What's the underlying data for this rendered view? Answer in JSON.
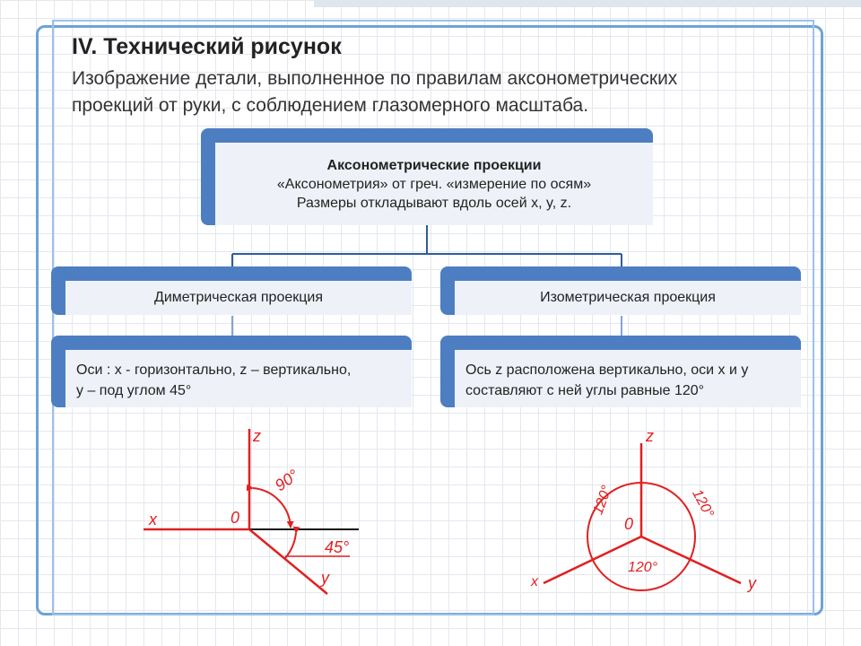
{
  "slide": {
    "title": "IV. Технический рисунок",
    "subtitle_line1": "Изображение детали, выполненное по правилам аксонометрических",
    "subtitle_line2": "проекций от руки, с соблюдением глазомерного масштаба."
  },
  "top_box": {
    "heading": "Аксонометрические проекции",
    "line2": "«Аксонометрия» от греч. «измерение по осям»",
    "line3": "Размеры откладывают вдоль осей x, y, z."
  },
  "left_label": "Диметрическая проекция",
  "right_label": "Изометрическая проекция",
  "left_desc_line1": "Оси : x - горизонтально, z – вертикально,",
  "left_desc_line2": "y – под углом 45°",
  "right_desc_line1": "Ось z расположена вертикально, оси x и y",
  "right_desc_line2": "составляют с ней углы равные 120°",
  "dimetric": {
    "axis_z": "z",
    "axis_x": "x",
    "axis_y": "y",
    "origin": "0",
    "angle_90": "90°",
    "angle_45": "45°"
  },
  "isometric": {
    "axis_z": "z",
    "axis_x": "x",
    "axis_y": "y",
    "origin": "0",
    "angle_left": "120°",
    "angle_right": "120°",
    "angle_bottom": "120°"
  },
  "colors": {
    "accent": "#4d7ec2",
    "frame": "#6ea3d6",
    "drawing": "#e02020"
  }
}
